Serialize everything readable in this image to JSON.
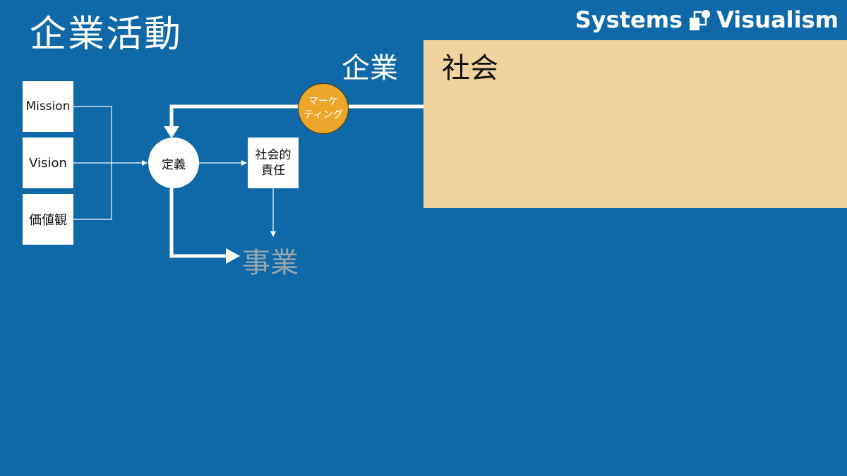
{
  "header": {
    "title": "企業活動",
    "brand_left": "Systems",
    "brand_right": "Visualism"
  },
  "diagram": {
    "enterprise_label": "企業",
    "society_label": "社会",
    "inputs": [
      "Mission",
      "Vision",
      "価値観"
    ],
    "define_node": "定義",
    "csr_node_line1": "社会的",
    "csr_node_line2": "責任",
    "marketing_line1": "マーケ",
    "marketing_line2": "ティング",
    "business_label": "事業"
  },
  "colors": {
    "background": "#0f69a8",
    "society_fill": "#f0d39e",
    "marketing_fill": "#eca62a",
    "business_text": "#9aa6ad"
  }
}
